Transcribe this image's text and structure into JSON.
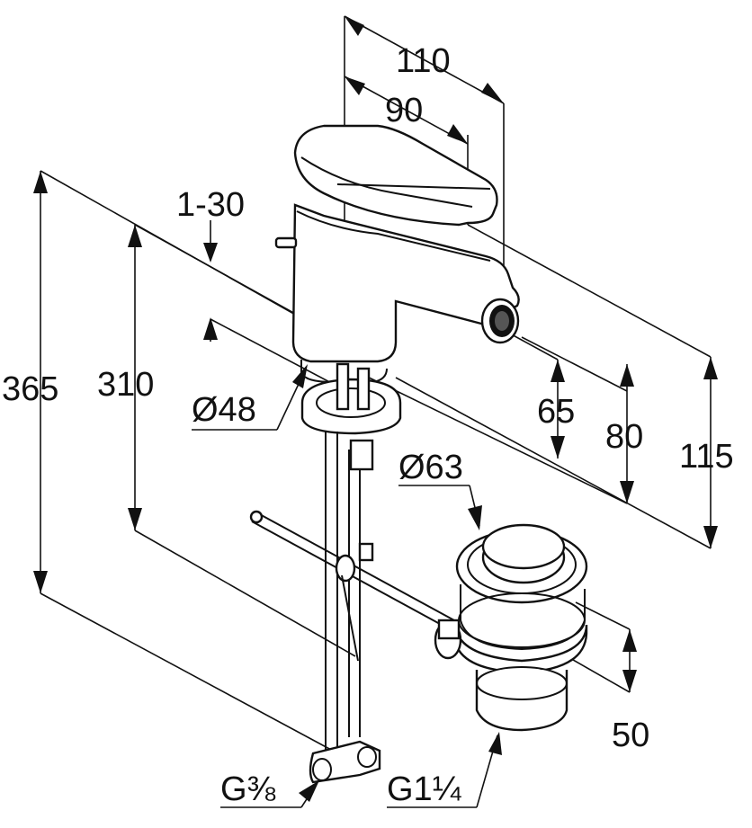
{
  "dimensions": {
    "width_110": "110",
    "width_90": "90",
    "range_1_30": "1-30",
    "height_365": "365",
    "height_310": "310",
    "dia_48": "Ø48",
    "h_65": "65",
    "h_80": "80",
    "h_115": "115",
    "dia_63": "Ø63",
    "h_50": "50",
    "thread_g38": "G⅜",
    "thread_g114": "G1¼"
  }
}
